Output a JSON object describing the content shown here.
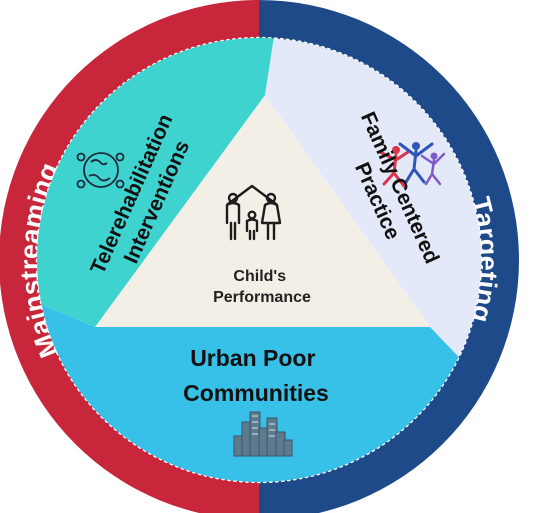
{
  "ring": {
    "left_label": "Mainstreaming",
    "right_label": "Targeting",
    "left_color": "#c8263a",
    "right_color": "#1f4a8a"
  },
  "segments": {
    "top_left": {
      "line1": "Telerehabilitation",
      "line2": "Interventions",
      "color": "#3fd3cf",
      "icon": "globe-people-icon"
    },
    "top_right": {
      "line1": "Family Centered",
      "line2": "Practice",
      "color": "#e4e9f9",
      "icon": "people-jumping-icon"
    },
    "bottom": {
      "line1": "Urban Poor",
      "line2": "Communities",
      "color": "#37c0e8",
      "icon": "city-buildings-icon"
    }
  },
  "center": {
    "line1": "Child's",
    "line2": "Performance",
    "color": "#f4efe6",
    "icon": "family-house-icon"
  }
}
